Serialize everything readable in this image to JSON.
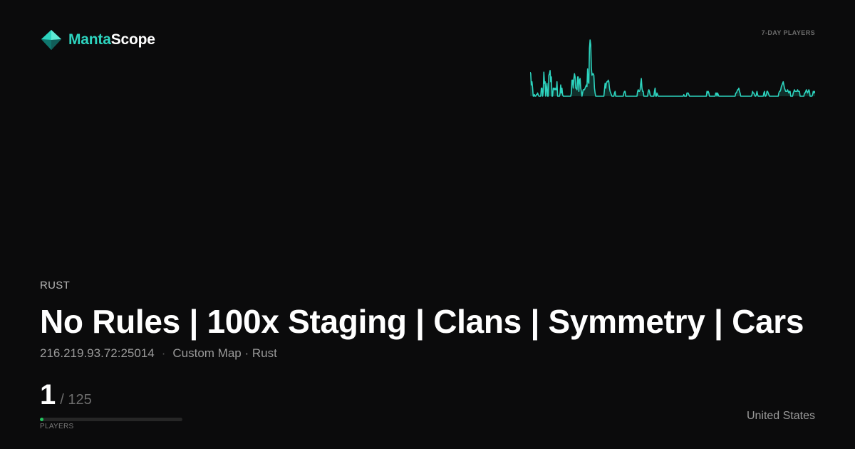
{
  "brand": {
    "name_part1": "Manta",
    "name_part2": "Scope",
    "accent_color": "#2dd4bf",
    "icon": "manta-diamond-icon"
  },
  "sparkline": {
    "label": "7-DAY PLAYERS",
    "color": "#2dd4bf",
    "values": [
      15,
      14,
      7,
      9,
      5,
      0,
      0,
      1,
      0,
      0,
      1,
      1,
      2,
      1,
      0,
      0,
      0,
      0,
      5,
      5,
      0,
      3,
      15,
      8,
      9,
      0,
      5,
      8,
      0,
      0,
      13,
      14,
      16,
      9,
      12,
      0,
      0,
      5,
      5,
      4,
      5,
      4,
      4,
      9,
      0,
      0,
      0,
      0,
      2,
      7,
      2,
      5,
      1,
      0,
      0,
      0,
      0,
      0,
      0,
      0,
      0,
      0,
      0,
      0,
      0,
      0,
      2,
      10,
      10,
      5,
      11,
      14,
      12,
      5,
      5,
      4,
      12,
      12,
      3,
      10,
      11,
      5,
      3,
      0,
      2,
      4,
      4,
      4,
      5,
      6,
      7,
      6,
      17,
      9,
      8,
      30,
      35,
      32,
      18,
      13,
      14,
      14,
      13,
      5,
      2,
      0,
      0,
      0,
      0,
      0,
      0,
      0,
      0,
      0,
      0,
      0,
      0,
      0,
      0,
      4,
      8,
      5,
      8,
      9,
      9,
      10,
      9,
      5,
      3,
      2,
      1,
      0,
      0,
      0,
      0,
      2,
      3,
      0,
      0,
      0,
      0,
      0,
      0,
      0,
      0,
      0,
      0,
      0,
      0,
      0,
      2,
      3,
      3,
      0,
      0,
      0,
      0,
      0,
      0,
      0,
      0,
      0,
      0,
      0,
      0,
      0,
      0,
      0,
      0,
      0,
      0,
      0,
      3,
      4,
      3,
      3,
      4,
      8,
      11,
      5,
      3,
      3,
      0,
      0,
      0,
      0,
      0,
      0,
      0,
      3,
      4,
      3,
      1,
      0,
      0,
      0,
      0,
      0,
      0,
      3,
      5,
      0,
      0,
      2,
      1,
      0,
      0,
      0,
      0,
      0,
      0,
      0,
      0,
      0,
      0,
      0,
      0,
      0,
      0,
      0,
      0,
      0,
      0,
      0,
      0,
      0,
      0,
      0,
      0,
      0,
      0,
      0,
      0,
      0,
      0,
      0,
      0,
      0,
      0,
      0,
      0,
      0,
      0,
      0,
      0,
      0,
      1,
      0,
      0,
      0,
      0,
      2,
      2,
      2,
      1,
      0,
      0,
      0,
      0,
      0,
      0,
      0,
      0,
      0,
      0,
      0,
      0,
      0,
      0,
      0,
      0,
      0,
      0,
      0,
      0,
      0,
      0,
      0,
      0,
      0,
      0,
      0,
      0,
      3,
      2,
      3,
      2,
      0,
      0,
      0,
      0,
      0,
      0,
      0,
      0,
      0,
      0,
      2,
      2,
      0,
      2,
      1,
      0,
      0,
      0,
      0,
      0,
      0,
      0,
      0,
      0,
      0,
      0,
      0,
      0,
      0,
      0,
      0,
      0,
      0,
      0,
      0,
      0,
      0,
      0,
      0,
      0,
      0,
      0,
      2,
      2,
      3,
      4,
      4,
      5,
      3,
      2,
      0,
      0,
      0,
      0,
      0,
      0,
      0,
      0,
      0,
      0,
      0,
      0,
      0,
      0,
      0,
      0,
      0,
      0,
      1,
      3,
      2,
      2,
      1,
      0,
      0,
      1,
      3,
      1,
      0,
      0,
      0,
      0,
      0,
      0,
      0,
      0,
      0,
      2,
      3,
      0,
      0,
      1,
      3,
      3,
      2,
      1,
      0,
      0,
      0,
      0,
      0,
      0,
      0,
      0,
      0,
      0,
      0,
      0,
      0,
      0,
      0,
      2,
      3,
      3,
      4,
      6,
      7,
      8,
      9,
      7,
      5,
      4,
      3,
      3,
      3,
      4,
      3,
      2,
      3,
      3,
      0,
      0,
      0,
      0,
      2,
      3,
      4,
      3,
      3,
      3,
      3,
      4,
      3,
      3,
      3,
      0,
      0,
      0,
      0,
      0,
      0,
      0,
      2,
      2,
      3,
      4,
      3,
      2,
      3,
      4,
      3,
      0,
      0,
      0,
      0,
      1,
      3,
      2,
      3,
      2
    ]
  },
  "server": {
    "game": "RUST",
    "title": "No Rules | 100x Staging | Clans | Symmetry | Cars",
    "address": "216.219.93.72:25014",
    "separator": "·",
    "map": "Custom Map · Rust",
    "players_current": "1",
    "players_max": "/ 125",
    "players_fill": 0.008,
    "players_label": "PLAYERS",
    "country": "United States"
  }
}
